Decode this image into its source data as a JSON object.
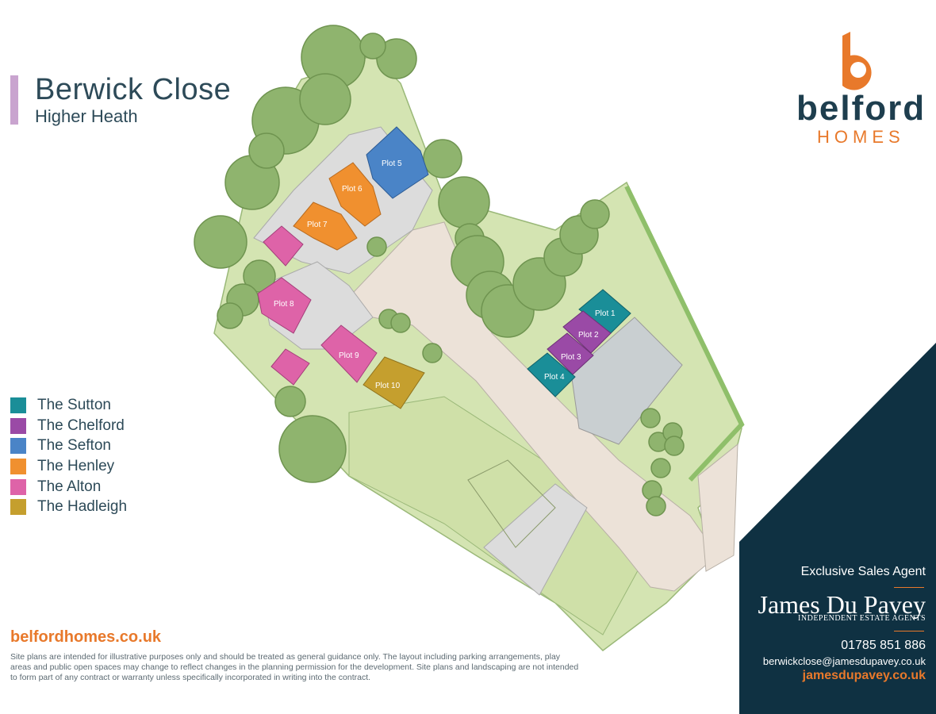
{
  "header": {
    "title": "Berwick Close",
    "subtitle": "Higher Heath"
  },
  "brand": {
    "name": "belford",
    "sub": "HOMES",
    "accent": "#e8792b",
    "dark": "#1e3e4e"
  },
  "legend": [
    {
      "label": "The Sutton",
      "color": "#1a8e98"
    },
    {
      "label": "The Chelford",
      "color": "#9a4aa6"
    },
    {
      "label": "The Sefton",
      "color": "#4a84c7"
    },
    {
      "label": "The Henley",
      "color": "#f0902f"
    },
    {
      "label": "The Alton",
      "color": "#de63a8"
    },
    {
      "label": "The Hadleigh",
      "color": "#c59f2e"
    }
  ],
  "plots": [
    {
      "label": "Plot 1",
      "type": "The Sutton"
    },
    {
      "label": "Plot 2",
      "type": "The Chelford"
    },
    {
      "label": "Plot 3",
      "type": "The Chelford"
    },
    {
      "label": "Plot 4",
      "type": "The Sutton"
    },
    {
      "label": "Plot 5",
      "type": "The Sefton"
    },
    {
      "label": "Plot 6",
      "type": "The Henley"
    },
    {
      "label": "Plot 7",
      "type": "The Henley"
    },
    {
      "label": "Plot 8",
      "type": "The Alton"
    },
    {
      "label": "Plot 9",
      "type": "The Alton"
    },
    {
      "label": "Plot 10",
      "type": "The Hadleigh"
    }
  ],
  "footer": {
    "website": "belfordhomes.co.uk",
    "disclaimer": "Site plans are intended for illustrative purposes only and should be treated as general guidance only. The layout including parking arrangements, play areas and public open spaces may change to reflect changes in the planning permission for the development. Site plans and landscaping are not intended to form part of any contract or warranty unless specifically incorporated in writing into the contract."
  },
  "agent": {
    "heading": "Exclusive Sales Agent",
    "name": "James Du Pavey",
    "tagline": "INDEPENDENT ESTATE AGENTS",
    "phone": "01785 851 886",
    "email": "berwickclose@jamesdupavey.co.uk",
    "website": "jamesdupavey.co.uk",
    "panel_color": "#0f3142"
  }
}
